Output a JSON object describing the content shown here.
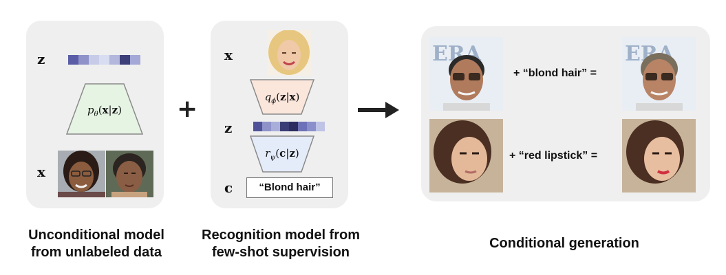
{
  "left_panel": {
    "z_label": "z",
    "x_label": "x",
    "decoder_label": "pθ(x|z)",
    "latent_colors": [
      "#5b5ea6",
      "#8e92c9",
      "#c7cbe8",
      "#d9ddf1",
      "#b3b7dc",
      "#3d3f7a",
      "#a4a8d6"
    ],
    "decoder_color": "#e6f4e3",
    "caption_line1": "Unconditional model",
    "caption_line2": "from unlabeled data"
  },
  "plus_symbol": "+",
  "middle_panel": {
    "x_label": "x",
    "z_label": "z",
    "c_label": "c",
    "encoder_label": "qϕ(z|x)",
    "encoder_color": "#fbe6dc",
    "classifier_label": "rψ(c|z)",
    "classifier_color": "#e4ebf9",
    "latent_colors": [
      "#4f5299",
      "#8e92c9",
      "#a9add9",
      "#3a3c75",
      "#2c2d5e",
      "#6d71b7",
      "#8a8fcc",
      "#bfc3e6"
    ],
    "condition_box": "“Blond hair”",
    "caption_line1": "Recognition model from",
    "caption_line2": "few-shot supervision"
  },
  "right_panel": {
    "row1_text": "+ “blond hair” =",
    "row2_text": "+ “red lipstick” =",
    "caption": "Conditional generation"
  },
  "icons": {
    "arrow": "right-arrow-icon"
  }
}
